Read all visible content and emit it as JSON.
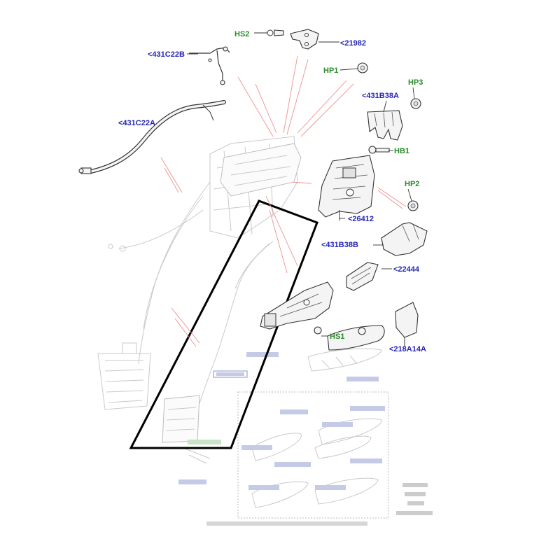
{
  "colors": {
    "part_label": "#2525b5",
    "hardware_label": "#2a8a2a",
    "leader_line": "#f08f8f",
    "outline": "#000000",
    "faint_label": "#8a93c4"
  },
  "labels": {
    "hs2": "HS2",
    "p21982": "<21982",
    "p431c22b": "<431C22B",
    "hp1": "HP1",
    "hp3": "HP3",
    "p431b38a": "<431B38A",
    "p431c22a": "<431C22A",
    "hb1": "HB1",
    "hp2": "HP2",
    "p26412": "<26412",
    "p431b38b": "<431B38B",
    "p22444": "<22444",
    "hs1": "HS1",
    "p218a14a": "<218A14A"
  }
}
